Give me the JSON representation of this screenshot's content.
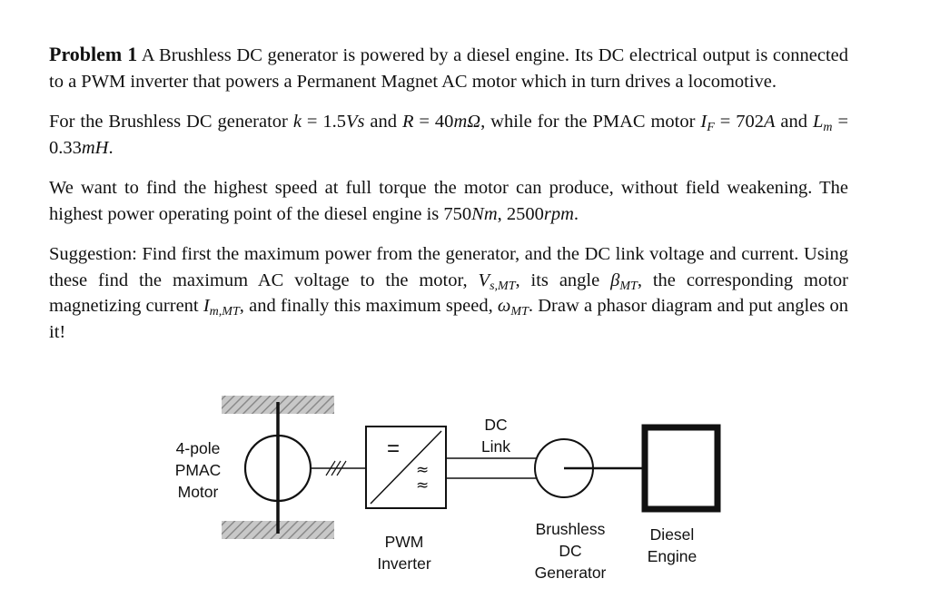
{
  "problem": {
    "heading": "Problem 1",
    "p1": "A Brushless DC generator is powered by a diesel engine. Its DC electrical output is connected to a PWM inverter that powers a Permanent Magnet AC motor which in turn drives a locomotive.",
    "p2": {
      "t1": "For the Brushless DC generator ",
      "k": "k",
      "eq1": " = 1.5",
      "u1": "Vs",
      "t2": " and ",
      "R": "R",
      "eq2": " = 40",
      "u2": "mΩ",
      "t3": ", while for the PMAC motor ",
      "IF": "I",
      "IFsub": "F",
      "eq3": " = 702",
      "u3": "A",
      "t4": " and ",
      "Lm": "L",
      "Lmsub": "m",
      "eq4": " = 0.33",
      "u4": "mH",
      "t5": "."
    },
    "p3": {
      "t1": "We want to find the highest speed at full torque the motor can produce, without field weakening. The highest power operating point of the diesel engine is 750",
      "u1": "Nm",
      "t2": ", 2500",
      "u2": "rpm",
      "t3": "."
    },
    "p4": {
      "t1": "Suggestion: Find first the maximum power from the generator, and the DC link voltage and current. Using these find the maximum AC voltage to the motor, ",
      "v": "V",
      "vsub": "s,MT",
      "t2": ", its angle ",
      "beta": "β",
      "betasub": "MT",
      "t3": ", the corresponding motor magnetizing current ",
      "im": "I",
      "imsub": "m,MT",
      "t4": ", and finally this maximum speed, ",
      "w": "ω",
      "wsub": "MT",
      "t5": ". Draw a phasor diagram and put angles on it!"
    }
  },
  "diagram": {
    "motor_label": [
      "4-pole",
      "PMAC",
      "Motor"
    ],
    "inverter_label": [
      "PWM",
      "Inverter"
    ],
    "dclink_label": [
      "DC",
      "Link"
    ],
    "generator_label": [
      "Brushless",
      "DC",
      "Generator"
    ],
    "engine_label": [
      "Diesel",
      "Engine"
    ],
    "inverter_symbols": {
      "dc": "=",
      "ac": "≈"
    }
  }
}
